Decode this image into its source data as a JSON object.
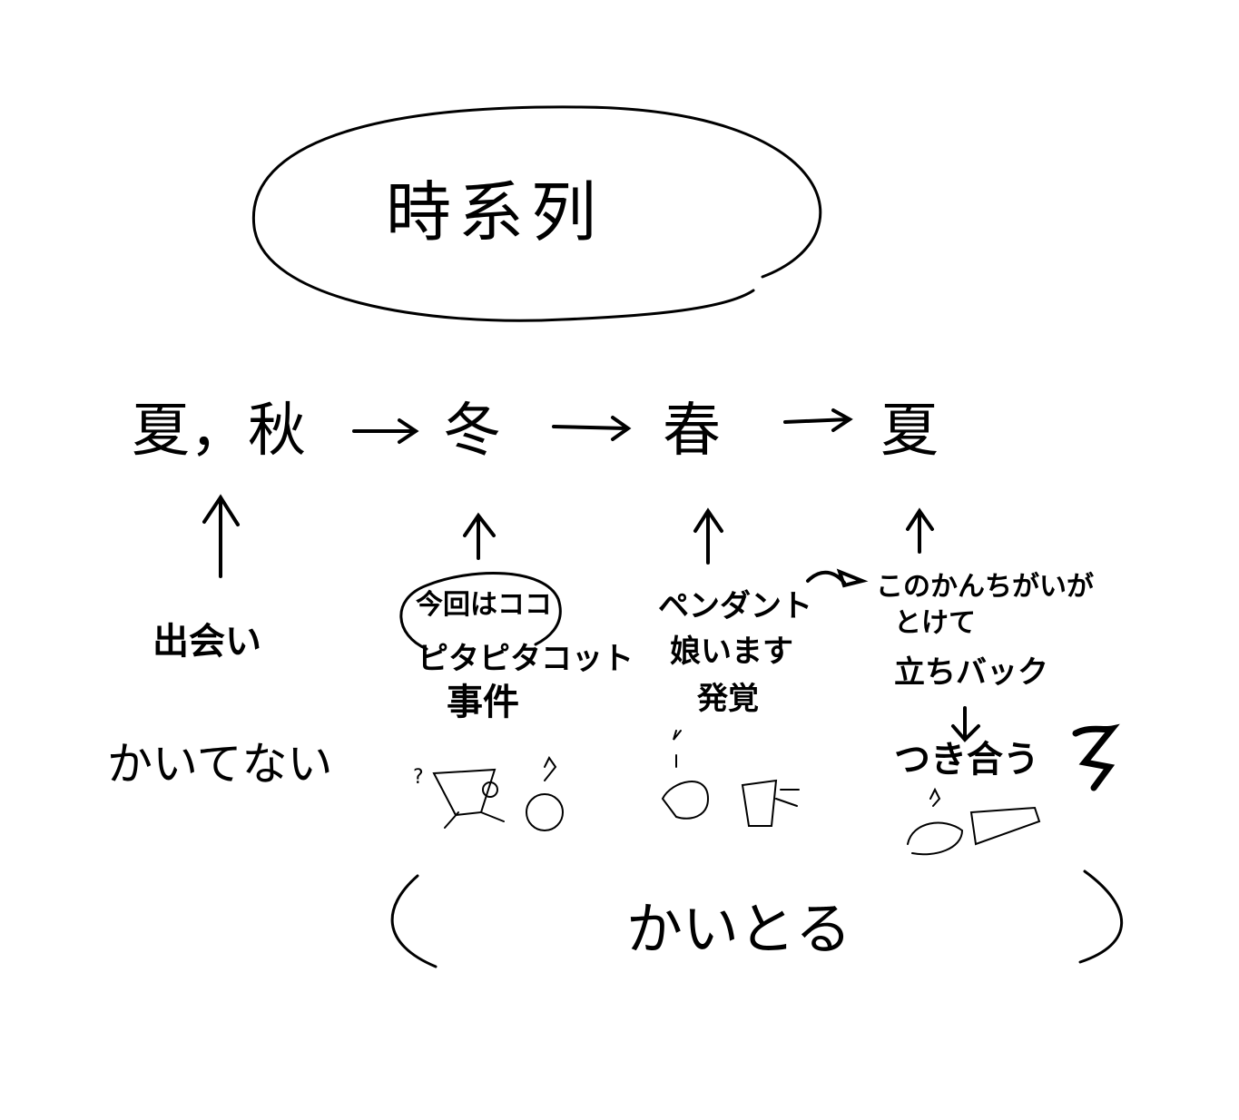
{
  "title": "時系列",
  "timeline": [
    "夏，秋",
    "冬",
    "春",
    "夏"
  ],
  "notes": {
    "meeting": "出会い",
    "not_drawn": "かいてない",
    "current_marker": "今回はココ",
    "incident": [
      "ピタピタコット",
      "事件"
    ],
    "reveal": [
      "ペンダント",
      "娘います",
      "発覚"
    ],
    "misunderstanding": [
      "このかんちがいが",
      "とけて"
    ],
    "event": "立ちバック",
    "dating": "つき合う",
    "drawn": "かいとる",
    "question_mark": "?"
  }
}
